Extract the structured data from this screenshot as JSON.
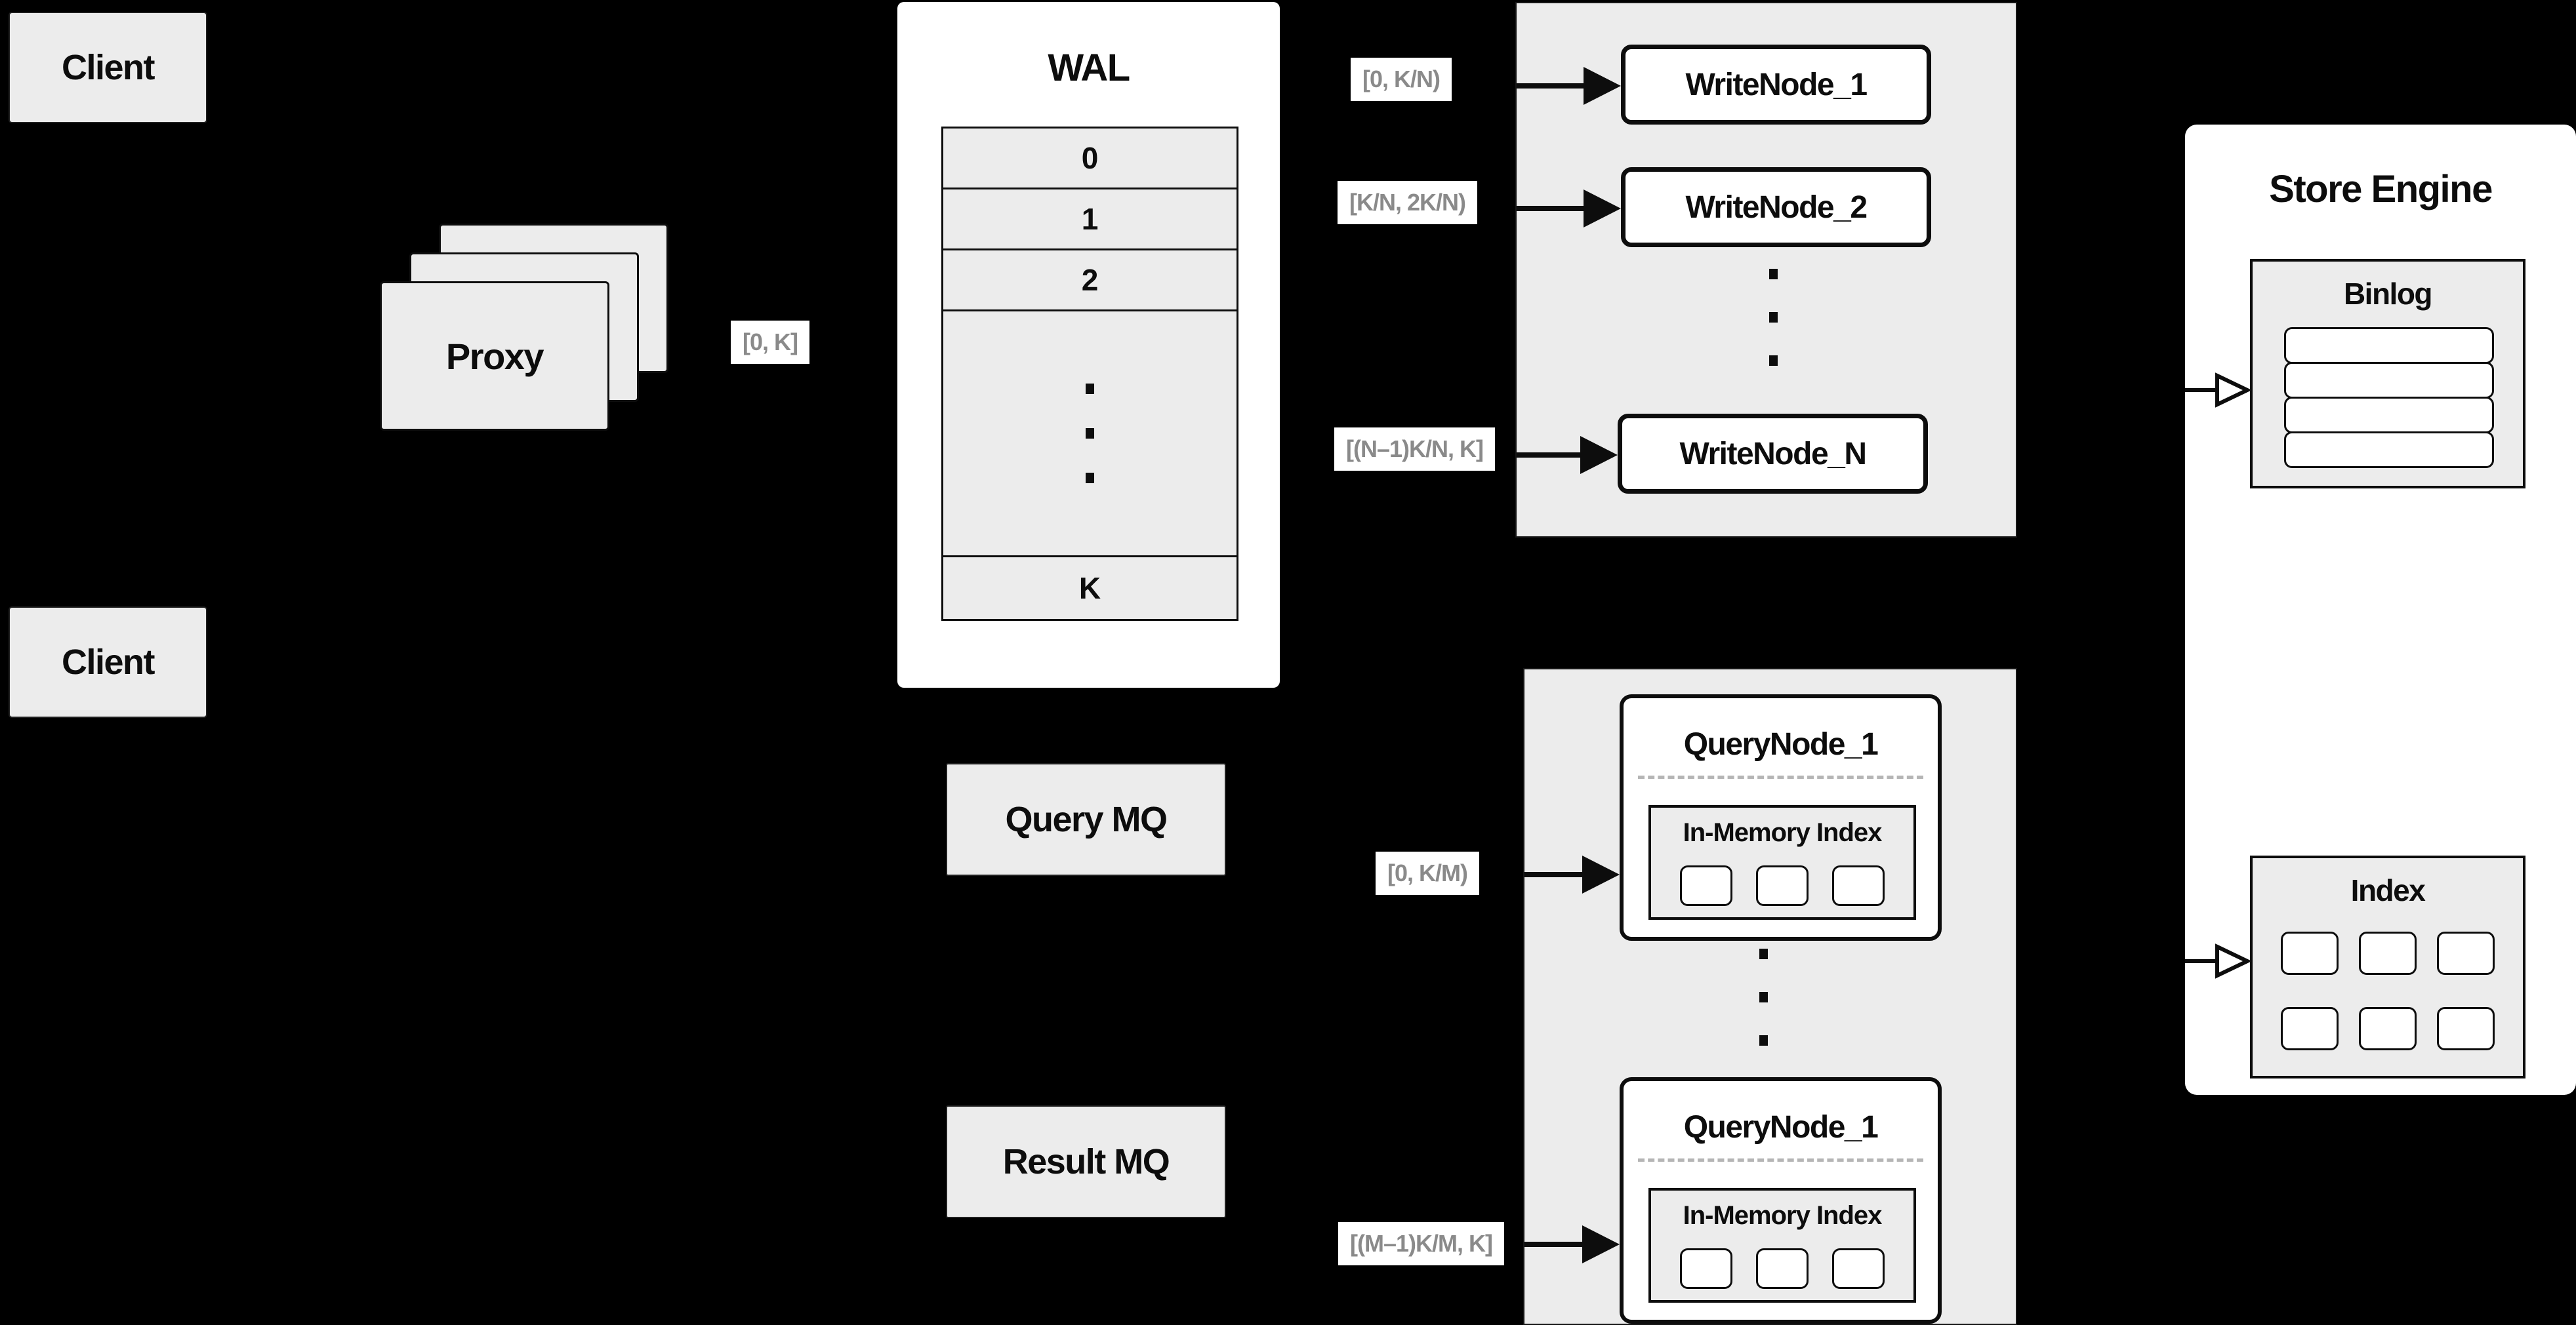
{
  "colors": {
    "background": "#000000",
    "panel_gray": "#ececec",
    "box_white": "#ffffff",
    "line_black": "#0d0d0d",
    "range_label_text": "#8a8a8a",
    "dashed_separator": "#b5b5b5"
  },
  "client_top": {
    "label": "Client"
  },
  "client_bottom": {
    "label": "Client"
  },
  "proxy": {
    "label": "Proxy"
  },
  "range_labels": {
    "proxy_out": "[0, K]",
    "write_node_1": "[0, K/N)",
    "write_node_2": "[K/N, 2K/N)",
    "write_node_n": "[(N–1)K/N, K]",
    "query_node_1": "[0, K/M)",
    "query_node_m": "[(M–1)K/M, K]"
  },
  "wal": {
    "title": "WAL",
    "rows": [
      "0",
      "1",
      "2",
      "···",
      "K"
    ]
  },
  "write_nodes": {
    "node_1": {
      "label": "WriteNode_1"
    },
    "node_2": {
      "label": "WriteNode_2"
    },
    "node_n": {
      "label": "WriteNode_N"
    },
    "ellipsis": "···"
  },
  "mq": {
    "query": "Query MQ",
    "result": "Result MQ"
  },
  "query_nodes": {
    "top": {
      "title": "QueryNode_1",
      "memory_index_title": "In-Memory Index"
    },
    "bottom": {
      "title": "QueryNode_1",
      "memory_index_title": "In-Memory Index"
    },
    "ellipsis": "···"
  },
  "store_engine": {
    "title": "Store Engine",
    "binlog": {
      "title": "Binlog"
    },
    "index": {
      "title": "Index"
    }
  }
}
